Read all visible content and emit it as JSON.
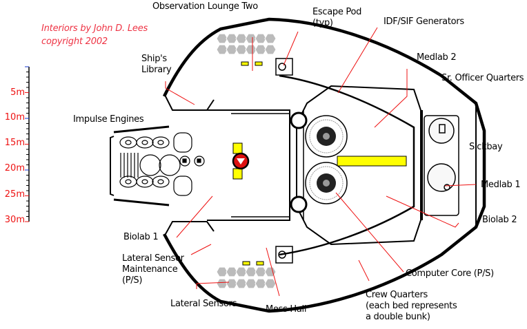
{
  "credit": {
    "line1": "Interiors by John D. Lees",
    "line2": "copyright 2002"
  },
  "scale": {
    "unit": "m",
    "labels": [
      "5m",
      "10m",
      "15m",
      "20m",
      "25m",
      "30m"
    ],
    "max_meters": 30,
    "minor_tick_meters": 1
  },
  "colors": {
    "hull": "#000000",
    "leader_line": "#ee1111",
    "credit_text": "#ee3344",
    "highlight": "#ffff00",
    "turbolift": "#dd1111",
    "sensor_hex": "#bbbbbb",
    "fixture_cyan": "#66dddd",
    "scale_major_blue": "#1133cc"
  },
  "labels": {
    "observation_lounge": "Observation Lounge Two",
    "escape_pod_1": "Escape Pod",
    "escape_pod_2": "(typ)",
    "idf_sif": "IDF/SIF Generators",
    "medlab2": "Medlab 2",
    "sr_officer": "Sr. Officer Quarters",
    "ships_library_1": "Ship's",
    "ships_library_2": "Library",
    "impulse": "Impulse Engines",
    "sickbay": "Sickbay",
    "medlab1": "Medlab 1",
    "biolab2": "Biolab 2",
    "biolab1": "Biolab 1",
    "lateral_maint_1": "Lateral Sensor",
    "lateral_maint_2": "Maintenance",
    "lateral_maint_3": "(P/S)",
    "lateral_sensors": "Lateral Sensors",
    "mess_hall": "Mess Hall",
    "computer_core": "Computer Core (P/S)",
    "crew_q_1": "Crew Quarters",
    "crew_q_2": "(each bed represents",
    "crew_q_3": "a double bunk)"
  }
}
